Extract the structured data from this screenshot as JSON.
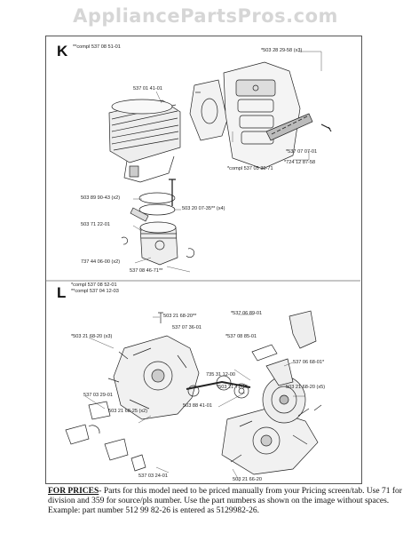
{
  "watermark": "AppliancePartsPros.com",
  "section_k": {
    "letter": "K",
    "header_labels": [
      "**compl 537 08 51-01"
    ],
    "labels": [
      "*503 28 29-58 (x3)",
      "537 01 41-01",
      "*537 07 07-01",
      "*724 12 87-58",
      "*compl 537 05 36-71",
      "503 89 90-43 (x2)",
      "503 20 07-35** (x4)",
      "503 71 22-01",
      "737 44 06-00 (x2)",
      "537 08 46-71**"
    ]
  },
  "section_l": {
    "letter": "L",
    "header_labels": [
      "*compl 537 08 52-01",
      "**compl 537 04 12-03"
    ],
    "labels": [
      "503 21 68-20**",
      "537 07 36-01",
      "*537 06 89-01",
      "*503 21 68-20 (x3)",
      "*537 08 85-01",
      "537 06 68-01*",
      "735 31 12-00",
      "*503 21 71-16",
      "503 21 68-20 (x5)",
      "537 03 29-01",
      "503 21 68-25 (x2)",
      "503 88 41-01",
      "537 03 24-01",
      "503 21 66-20"
    ]
  },
  "footer": {
    "lead": "FOR PRICES",
    "text": "- Parts for this model need to be priced manually from your Pricing screen/tab. Use 71 for division and 359 for source/pls number.  Use the part numbers as shown on the image without spaces.  Example: part number 512 99 82-26 is entered as 5129982-26."
  }
}
